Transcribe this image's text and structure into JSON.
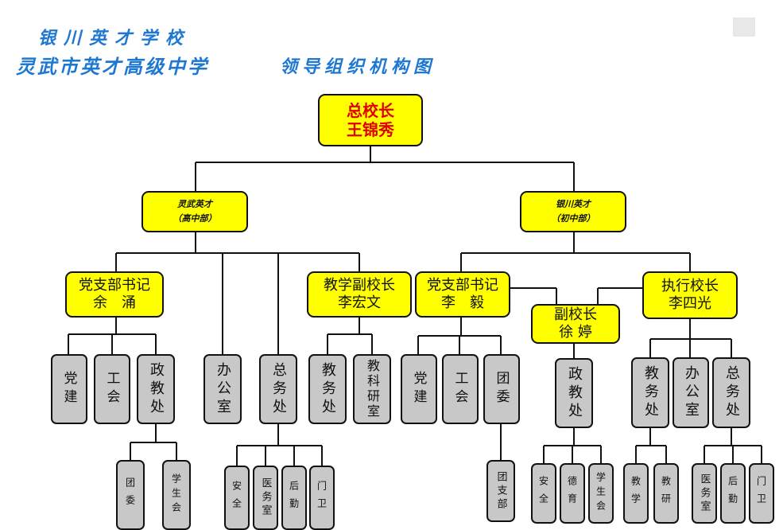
{
  "header": {
    "line1": "银川英才学校",
    "line2": "灵武市英才高级中学",
    "line3": "领导组织机构图"
  },
  "nodes": {
    "president": "总校长\n王锦秀",
    "lw_campus": "灵武英才\n（高中部）",
    "yc_campus": "银川英才\n（初中部）",
    "lw_party_secretary": "党支部书记\n余　涌",
    "lw_academic_vp": "教学副校长\n李宏文",
    "yc_party_secretary": "党支部书记\n李　毅",
    "yc_vice_principal": "副校长\n徐 婷",
    "yc_executive_principal": "执行校长\n李四光",
    "lw_party_building": "党建",
    "lw_union": "工会",
    "lw_political_office": "政教处",
    "lw_general_office": "办公室",
    "lw_general_affairs": "总务处",
    "lw_academic_affairs": "教务处",
    "lw_research_office": "教科研室",
    "yc_party_building": "党建",
    "yc_union": "工会",
    "yc_youth_league": "团委",
    "yc_political_office": "政教处",
    "yc_academic_affairs": "教务处",
    "yc_general_office": "办公室",
    "yc_general_affairs": "总务处",
    "lw_youth_league": "团委",
    "lw_student_union": "学生会",
    "lw_safety": "安全",
    "lw_clinic": "医务室",
    "lw_logistics": "后勤",
    "lw_guard": "门卫",
    "yc_league_branch": "团支部",
    "yc_safety": "安全",
    "yc_moral_education": "德育",
    "yc_student_union": "学生会",
    "yc_teaching": "教学",
    "yc_research": "教研",
    "yc_clinic": "医务室",
    "yc_logistics": "后勤",
    "yc_guard": "门卫"
  },
  "colors": {
    "leader_box": "#ffff00",
    "department_box": "#c8c8c8",
    "president_text": "#e00000",
    "title_text": "#1e78d2",
    "connector": "#111111"
  }
}
